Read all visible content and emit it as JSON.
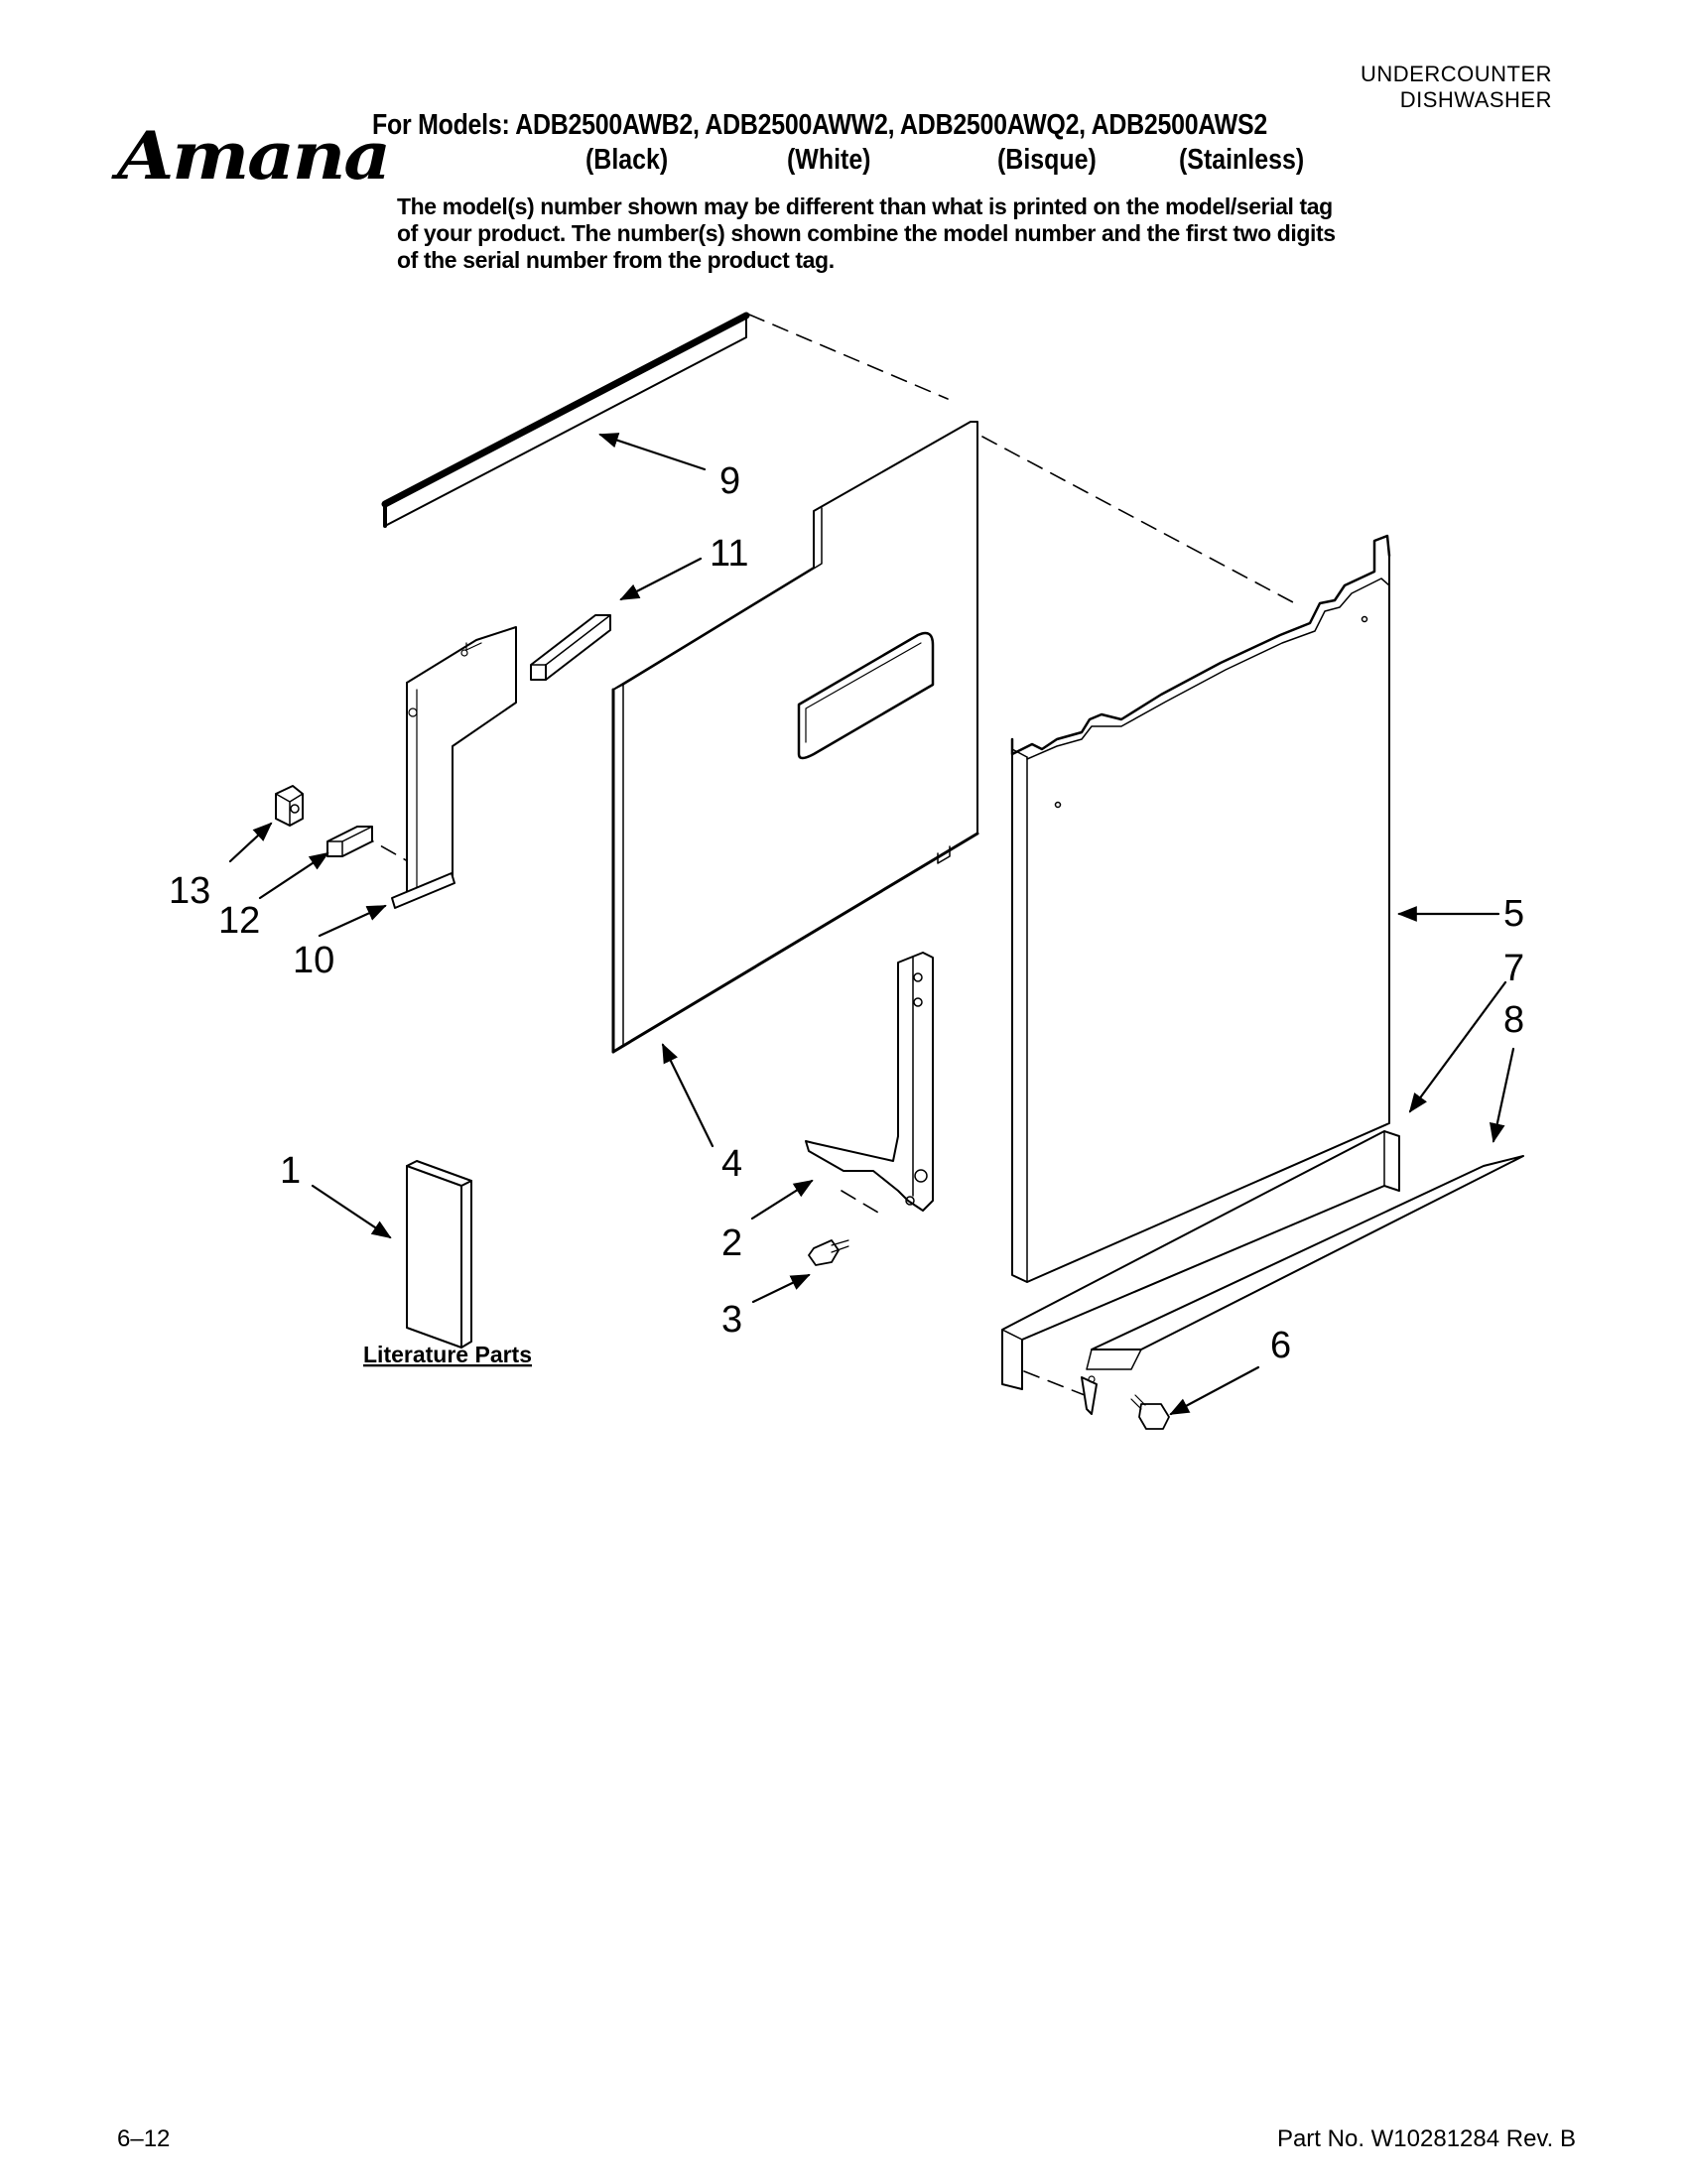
{
  "header": {
    "category_line1": "UNDERCOUNTER",
    "category_line2": "DISHWASHER",
    "brand": "Amana",
    "models_line": "For Models: ADB2500AWB2, ADB2500AWW2, ADB2500AWQ2, ADB2500AWS2",
    "variants": [
      "(Black)",
      "(White)",
      "(Bisque)",
      "(Stainless)"
    ],
    "disclaimer": "The model(s) number shown may be different than what is printed on the model/serial tag of your product. The number(s) shown combine the model number and the first two digits of the serial number from the product tag."
  },
  "callouts": [
    "1",
    "2",
    "3",
    "4",
    "5",
    "6",
    "7",
    "8",
    "9",
    "10",
    "11",
    "12",
    "13"
  ],
  "literature_label": "Literature Parts",
  "footer": {
    "page": "6–12",
    "part_no": "Part No. W10281284 Rev. B"
  },
  "colors": {
    "ink": "#000000",
    "paper": "#ffffff",
    "panel_shade": "#f2f2f2"
  }
}
